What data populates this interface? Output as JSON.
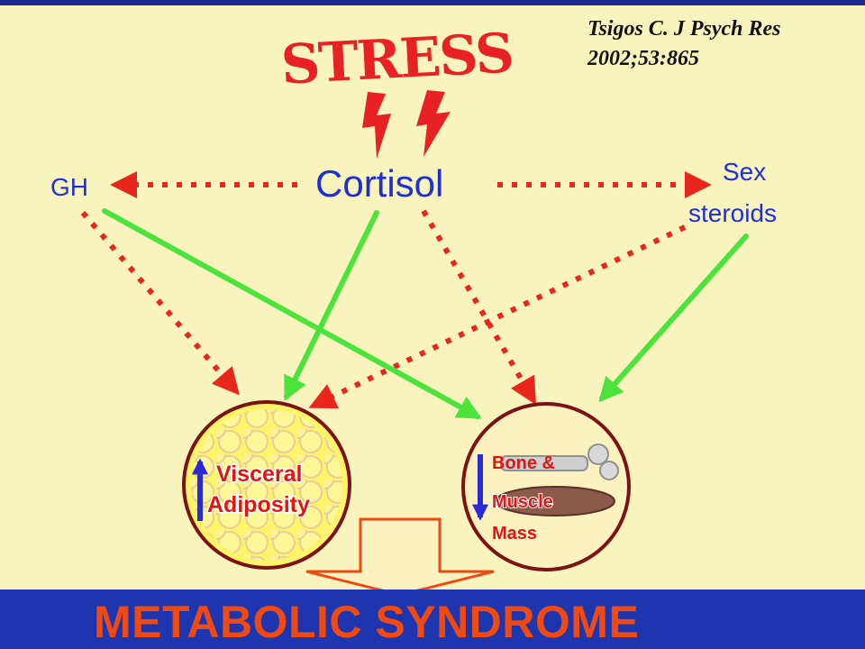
{
  "citation": {
    "line1": "Tsigos C. J Psych Res",
    "line2": "2002;53:865"
  },
  "stress": {
    "label": "STRESS"
  },
  "nodes": {
    "gh": "GH",
    "cortisol": "Cortisol",
    "sex_steroids_line1": "Sex",
    "sex_steroids_line2": "steroids"
  },
  "targets": {
    "visceral_line1": "Visceral",
    "visceral_line2": "Adiposity",
    "bone_line1": "Bone &",
    "bone_line2": "Muscle",
    "bone_line3": "Mass"
  },
  "footer": {
    "label": "METABOLIC SYNDROME"
  },
  "colors": {
    "background": "#f9f3bd",
    "node_text": "#1f2fd6",
    "red_arrow": "#e8261c",
    "green_arrow": "#4ce33c",
    "circle_border": "#7a1414",
    "target_text": "#e01515",
    "footer_bg": "#1d36b0",
    "footer_text": "#f04a14"
  }
}
